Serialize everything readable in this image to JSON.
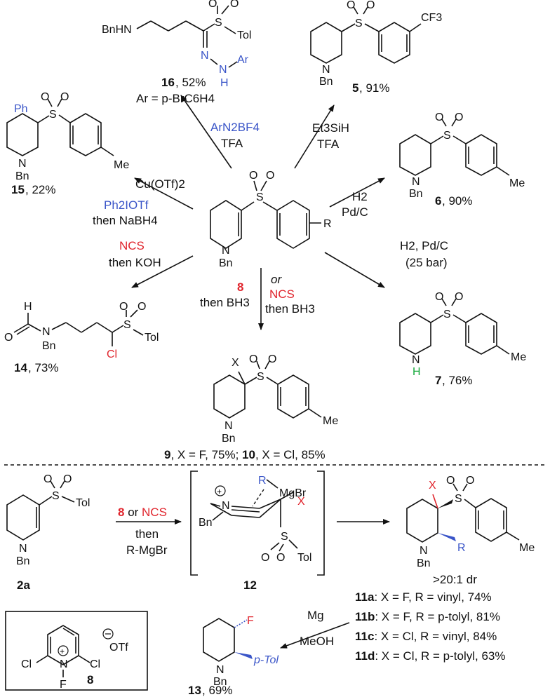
{
  "central": {
    "label_R": "R",
    "label_N": "N",
    "label_Bn": "Bn",
    "label_S": "S",
    "label_O1": "O",
    "label_O2": "O"
  },
  "reactions": {
    "to16": {
      "reagent1": "ArN2BF4",
      "reagent2": "TFA"
    },
    "to5": {
      "reagent1": "Et3SiH",
      "reagent2": "TFA"
    },
    "to15": {
      "reagent1": "Cu(OTf)2",
      "reagent2": "Ph2IOTf",
      "reagent3": "then NaBH4"
    },
    "to6": {
      "reagent1": "H2",
      "reagent2": "Pd/C"
    },
    "to14": {
      "reagent1": "NCS",
      "reagent2": "then KOH"
    },
    "to7": {
      "reagent1": "H2, Pd/C",
      "reagent2": "(25 bar)"
    },
    "to9": {
      "left1": "8",
      "left2": "then BH3",
      "or": "or",
      "right1": "NCS",
      "right2": "then BH3"
    }
  },
  "compounds": {
    "c16": {
      "num": "16",
      "yield": ", 52%",
      "note": "Ar = p-BrC6H4",
      "BnHN": "BnHN",
      "Tol": "Tol",
      "N1": "N",
      "N2": "N",
      "H": "H",
      "Ar": "Ar"
    },
    "c5": {
      "num": "5",
      "yield": ", 91%",
      "CF3": "CF3"
    },
    "c15": {
      "num": "15",
      "yield": ", 22%",
      "Ph": "Ph",
      "Me": "Me"
    },
    "c6": {
      "num": "6",
      "yield": ", 90%",
      "Me": "Me"
    },
    "c14": {
      "num": "14",
      "yield": ", 73%",
      "H": "H",
      "Tol": "Tol",
      "Cl": "Cl"
    },
    "c7": {
      "num": "7",
      "yield": ", 76%",
      "Me": "Me",
      "H": "H"
    },
    "c9": {
      "caption_num1": "9",
      "caption_mid": ", X = F, 75%; ",
      "caption_num2": "10",
      "caption_end": ", X = Cl, 85%",
      "X": "X",
      "Me": "Me"
    },
    "c2a": {
      "num": "2a",
      "Tol": "Tol"
    },
    "c12": {
      "num": "12",
      "MgBr": "MgBr",
      "R": "R",
      "X": "X",
      "Tol": "Tol",
      "Bn": "Bn"
    },
    "c11": {
      "dr": ">20:1 dr",
      "X": "X",
      "R": "R",
      "Me": "Me",
      "rows": [
        {
          "num": "11a",
          "text": ": X = F, R = vinyl, 74%"
        },
        {
          "num": "11b",
          "text": ": X = F, R = p-tolyl, 81%"
        },
        {
          "num": "11c",
          "text": ": X = Cl, R = vinyl, 84%"
        },
        {
          "num": "11d",
          "text": ": X = Cl, R = p-tolyl, 63%"
        }
      ]
    },
    "c13": {
      "num": "13",
      "yield": ", 69%",
      "F": "F",
      "pTol": "p-Tol"
    },
    "c8": {
      "num": "8",
      "Cl1": "Cl",
      "Cl2": "Cl",
      "N": "N",
      "F": "F",
      "OTf": "OTf"
    }
  },
  "bottom_reagents": {
    "line1a": "8",
    "line1b": " or ",
    "line1c": "NCS",
    "line2": "then",
    "line3": "R-MgBr"
  },
  "reagents_13": {
    "r1": "Mg",
    "r2": "MeOH"
  }
}
